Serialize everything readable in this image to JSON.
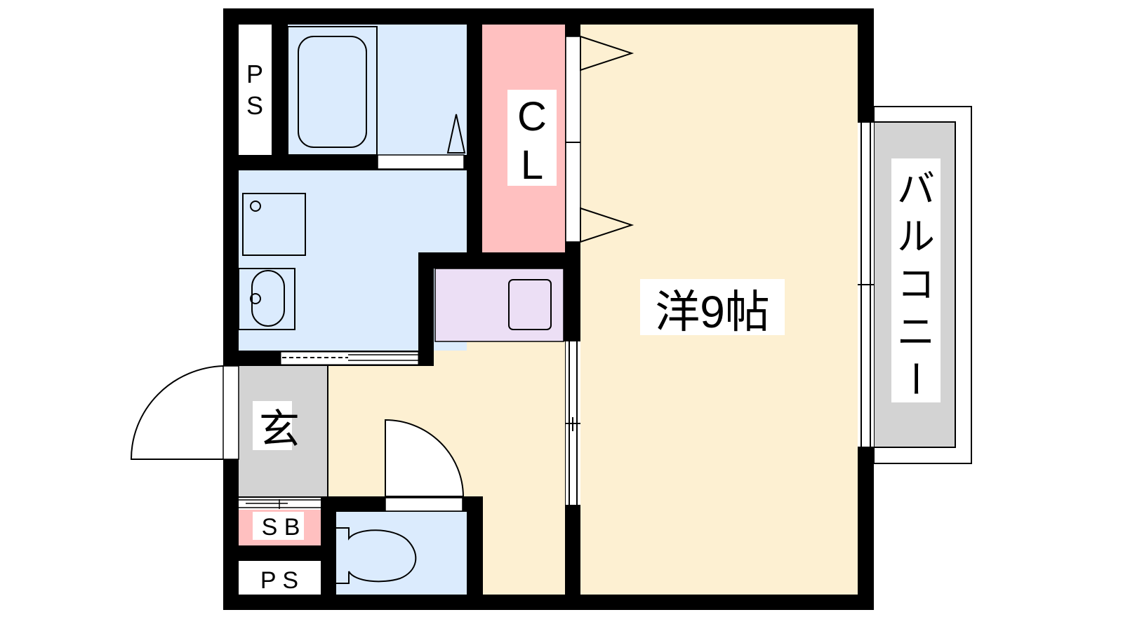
{
  "labels": {
    "ps_top_1": "P",
    "ps_top_2": "S",
    "closet_1": "C",
    "closet_2": "L",
    "main_room": "洋9帖",
    "entrance": "玄",
    "shoe_box": "S B",
    "ps_bottom": "P S",
    "balcony": [
      "バ",
      "ル",
      "コ",
      "ニ",
      "ー"
    ]
  },
  "colors": {
    "wall": "#000000",
    "wet_area": "#dbebfd",
    "closet": "#ffc0c0",
    "kitchen": "#ecdff5",
    "room": "#fdf0d2",
    "entrance": "#d3d3d3"
  }
}
